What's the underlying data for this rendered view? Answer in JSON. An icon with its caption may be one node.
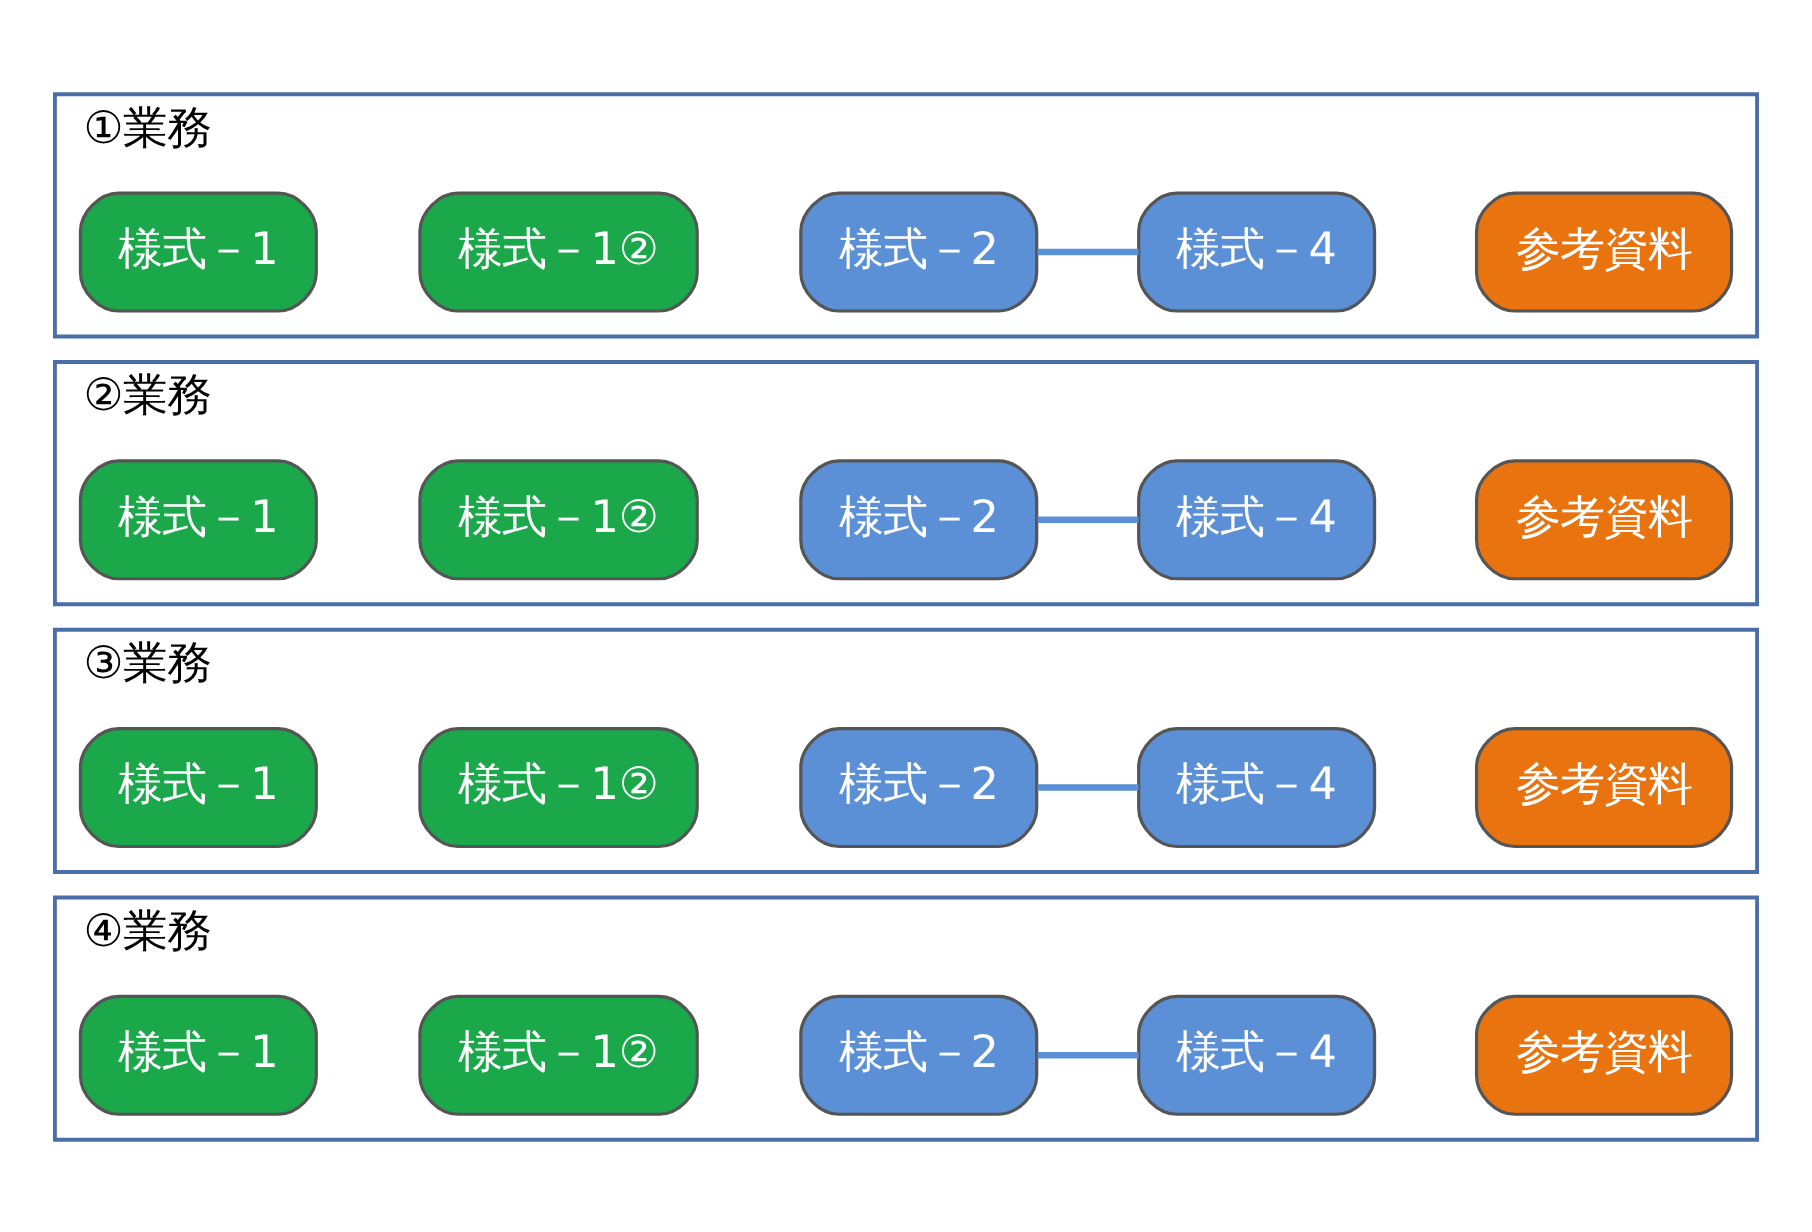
{
  "diagram": {
    "nodes": [
      {
        "text": [
          "①業務"
        ]
      },
      {
        "text": [
          "様式－1"
        ],
        "in": 0
      },
      {
        "text": [
          "様式－1②"
        ],
        "in": 0
      },
      {
        "text": [
          "様式－2"
        ],
        "in": 0
      },
      {
        "text": [
          "様式－4"
        ],
        "in": 0
      },
      {
        "text": [
          "参考資料"
        ],
        "in": 0
      },
      {
        "text": [
          "②業務"
        ]
      },
      {
        "text": [
          "様式－1"
        ],
        "in": 6
      },
      {
        "text": [
          "様式－1②"
        ],
        "in": 6
      },
      {
        "text": [
          "様式－2"
        ],
        "in": 6
      },
      {
        "text": [
          "様式－4"
        ],
        "in": 6
      },
      {
        "text": [
          "参考資料"
        ],
        "in": 6
      },
      {
        "text": [
          "③業務"
        ]
      },
      {
        "text": [
          "様式－1"
        ],
        "in": 12
      },
      {
        "text": [
          "様式－1②"
        ],
        "in": 12
      },
      {
        "text": [
          "様式－2"
        ],
        "in": 12
      },
      {
        "text": [
          "様式－4"
        ],
        "in": 12
      },
      {
        "text": [
          "参考資料"
        ],
        "in": 12
      },
      {
        "text": [
          "④業務"
        ]
      },
      {
        "text": [
          "様式－1"
        ],
        "in": 18
      },
      {
        "text": [
          "様式－1②"
        ],
        "in": 18
      },
      {
        "text": [
          "様式－2"
        ],
        "in": 18
      },
      {
        "text": [
          "様式－4"
        ],
        "in": 18
      },
      {
        "text": [
          "参考資料"
        ],
        "in": 18
      }
    ],
    "edges": [
      {
        "from": 3,
        "to": 4,
        "arrow": "none"
      },
      {
        "from": 9,
        "to": 10,
        "arrow": "none"
      },
      {
        "from": 15,
        "to": 16,
        "arrow": "none"
      },
      {
        "from": 21,
        "to": 22,
        "arrow": "none"
      }
    ]
  }
}
